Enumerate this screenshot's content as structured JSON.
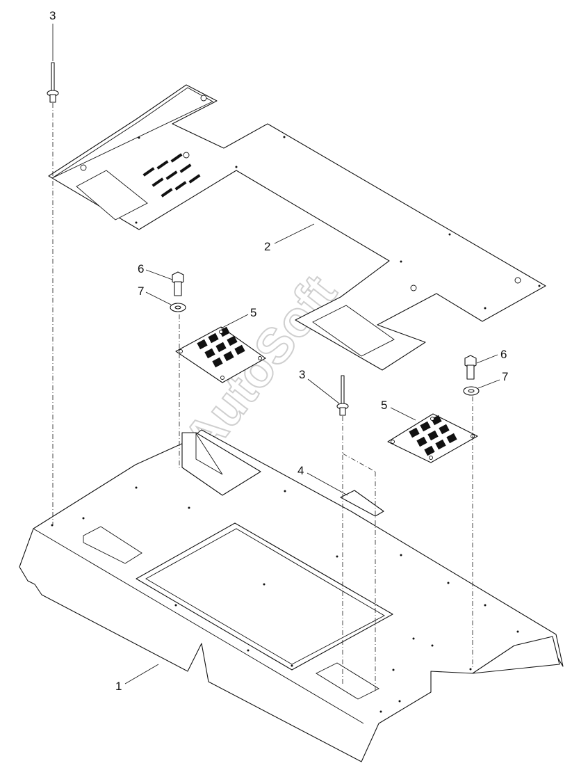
{
  "diagram": {
    "watermark": "AutoSoft",
    "callouts": {
      "part_1": "1",
      "part_2": "2",
      "part_3_top": "3",
      "part_3_mid": "3",
      "part_4": "4",
      "part_5_left": "5",
      "part_5_right": "5",
      "part_6_left": "6",
      "part_6_right": "6",
      "part_7_left": "7",
      "part_7_right": "7"
    }
  }
}
